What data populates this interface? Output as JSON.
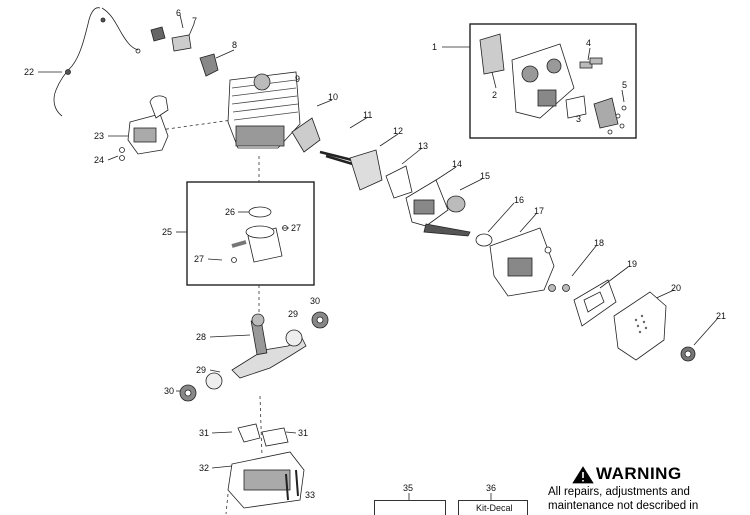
{
  "callouts": [
    "1",
    "2",
    "3",
    "4",
    "5",
    "6",
    "7",
    "8",
    "9",
    "10",
    "11",
    "12",
    "13",
    "14",
    "15",
    "16",
    "17",
    "18",
    "19",
    "20",
    "21",
    "22",
    "23",
    "24",
    "25",
    "26",
    "27",
    "27",
    "28",
    "29",
    "29",
    "30",
    "30",
    "31",
    "31",
    "32",
    "33",
    "35",
    "36"
  ],
  "legend": {
    "kit_decal": "Kit-Decal"
  },
  "warning": {
    "title": "WARNING",
    "body": "All repairs, adjustments and maintenance not described in"
  },
  "colors": {
    "line": "#222222",
    "shade": "#9a9a9a",
    "dark": "#444444"
  }
}
